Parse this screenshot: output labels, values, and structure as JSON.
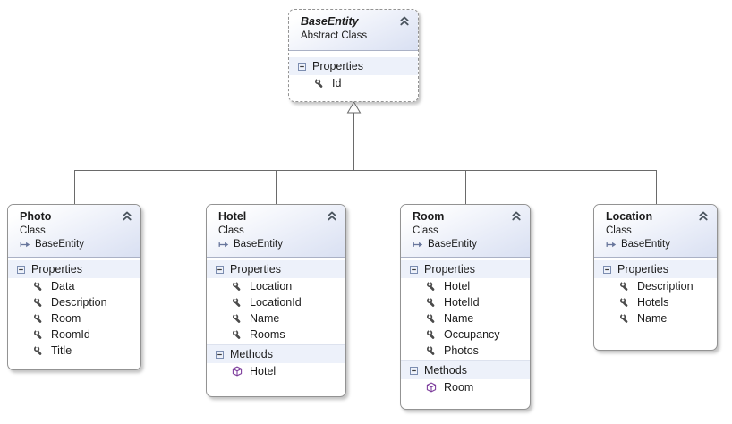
{
  "canvas": {
    "background": "#ffffff",
    "colors": {
      "box_border": "#939393",
      "header_gradient_start": "#ffffff",
      "header_gradient_end": "#d9e0f2",
      "section_row_bg": "#edf1fa",
      "connector": "#6a6a6a",
      "property_icon_color": "#4a4a4a",
      "method_icon_color": "#7e3f9d"
    },
    "icons": {
      "collapse": "double-chevron-up-icon",
      "section_toggle": "minus-box-icon",
      "property": "wrench-icon",
      "method": "cube-icon",
      "inherits": "arrow-right-icon",
      "inheritance_marker": "hollow-triangle-up"
    }
  },
  "base_entity": {
    "title": "BaseEntity",
    "subtitle": "Abstract Class",
    "sections": [
      {
        "label": "Properties",
        "kind": "property",
        "members": [
          "Id"
        ]
      }
    ]
  },
  "derived": [
    {
      "title": "Photo",
      "subtitle": "Class",
      "base": "BaseEntity",
      "sections": [
        {
          "label": "Properties",
          "kind": "property",
          "members": [
            "Data",
            "Description",
            "Room",
            "RoomId",
            "Title"
          ]
        }
      ]
    },
    {
      "title": "Hotel",
      "subtitle": "Class",
      "base": "BaseEntity",
      "sections": [
        {
          "label": "Properties",
          "kind": "property",
          "members": [
            "Location",
            "LocationId",
            "Name",
            "Rooms"
          ]
        },
        {
          "label": "Methods",
          "kind": "method",
          "members": [
            "Hotel"
          ]
        }
      ]
    },
    {
      "title": "Room",
      "subtitle": "Class",
      "base": "BaseEntity",
      "sections": [
        {
          "label": "Properties",
          "kind": "property",
          "members": [
            "Hotel",
            "HotelId",
            "Name",
            "Occupancy",
            "Photos"
          ]
        },
        {
          "label": "Methods",
          "kind": "method",
          "members": [
            "Room"
          ]
        }
      ]
    },
    {
      "title": "Location",
      "subtitle": "Class",
      "base": "BaseEntity",
      "sections": [
        {
          "label": "Properties",
          "kind": "property",
          "members": [
            "Description",
            "Hotels",
            "Name"
          ]
        }
      ]
    }
  ]
}
